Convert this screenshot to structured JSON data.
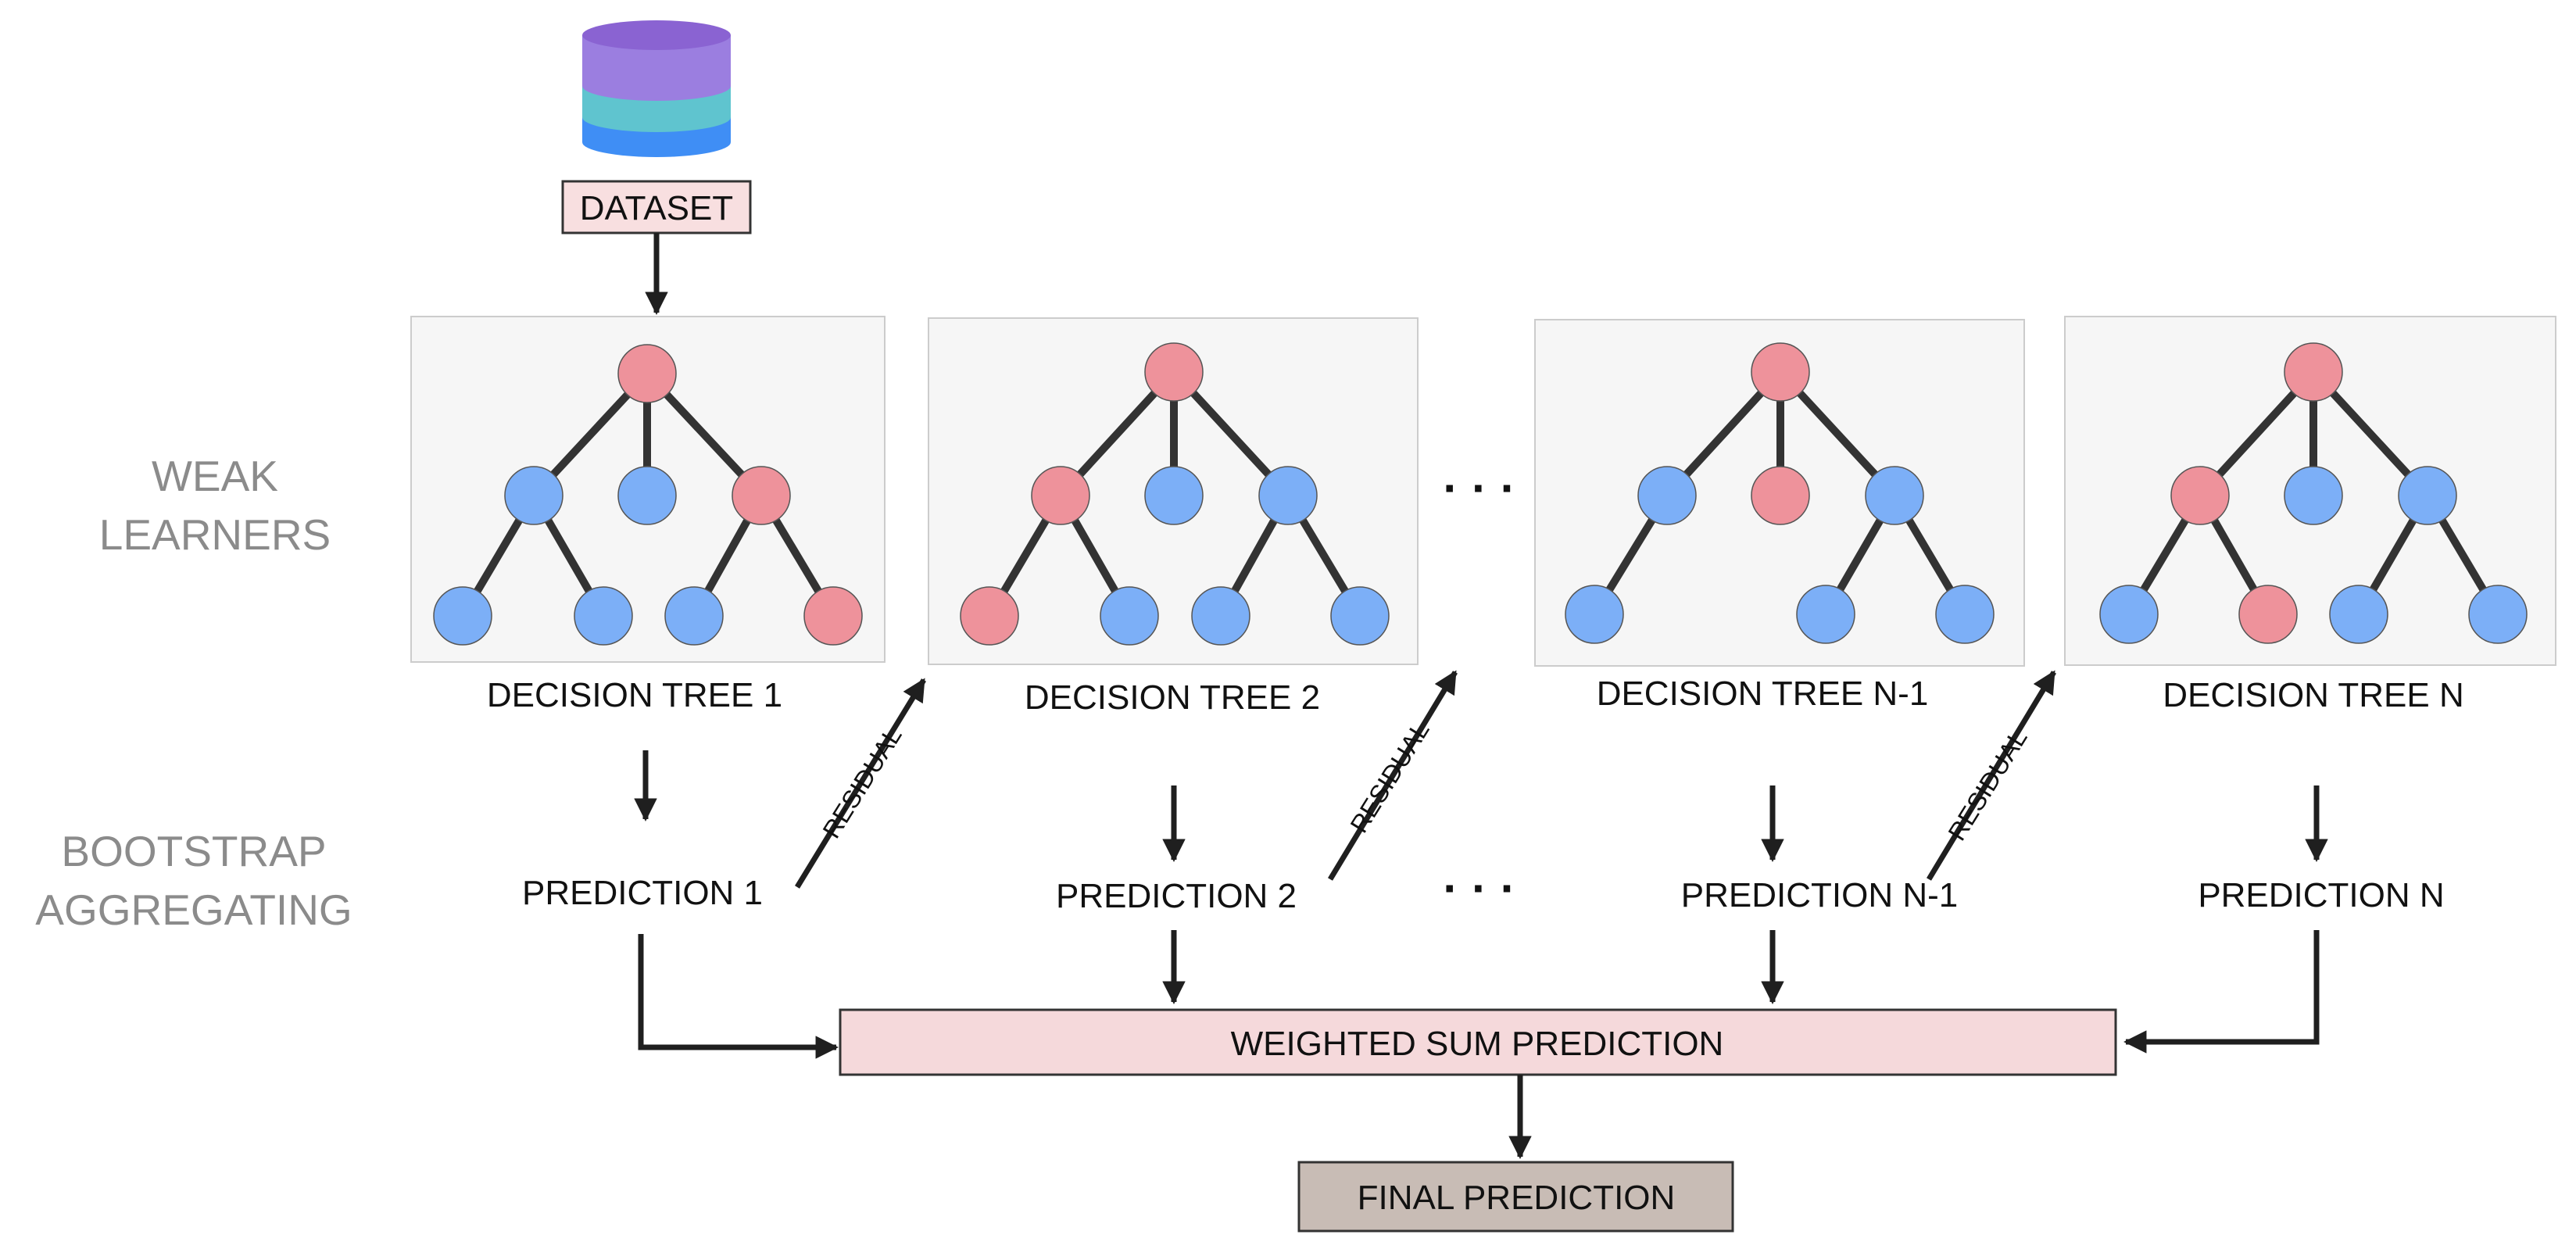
{
  "colors": {
    "red_node": "#ee929b",
    "blue_node": "#7caff7",
    "tree_panel": "#f6f6f6",
    "tree_panel_border": "#cccccc",
    "dataset_box": "#f8dfe0",
    "weighted_box": "#f5d9db",
    "final_box": "#c8bcb5",
    "side_label": "#8b8b8b",
    "edge": "#333333",
    "db_top": "#8a63d2",
    "db_purple": "#9b7ee0",
    "db_teal": "#5fc4cf",
    "db_blue": "#3f8ef5"
  },
  "side_labels": {
    "weak_learners": [
      "WEAK",
      "LEARNERS"
    ],
    "bootstrap": [
      "BOOTSTRAP",
      "AGGREGATING"
    ]
  },
  "dataset": {
    "icon": "database-icon",
    "label": "DATASET"
  },
  "trees": [
    {
      "title": "DECISION TREE 1",
      "prediction": "PREDICTION 1",
      "root": "red",
      "mid": [
        "blue",
        "blue",
        "red"
      ],
      "leaves": [
        "blue",
        "blue",
        "blue",
        "red"
      ]
    },
    {
      "title": "DECISION TREE 2",
      "prediction": "PREDICTION 2",
      "root": "red",
      "mid": [
        "red",
        "blue",
        "blue"
      ],
      "leaves": [
        "red",
        "blue",
        "blue",
        "blue"
      ]
    },
    {
      "title": "DECISION TREE N-1",
      "prediction": "PREDICTION N-1",
      "root": "red",
      "mid": [
        "blue",
        "red",
        "blue"
      ],
      "leaves": [
        "blue",
        "blue",
        "blue"
      ]
    },
    {
      "title": "DECISION TREE N",
      "prediction": "PREDICTION N",
      "root": "red",
      "mid": [
        "red",
        "blue",
        "blue"
      ],
      "leaves": [
        "blue",
        "red",
        "blue",
        "blue"
      ]
    }
  ],
  "residual_label": "RESIDUAL",
  "ellipsis": "· · ·",
  "weighted_sum": "WEIGHTED SUM PREDICTION",
  "final_prediction": "FINAL PREDICTION"
}
